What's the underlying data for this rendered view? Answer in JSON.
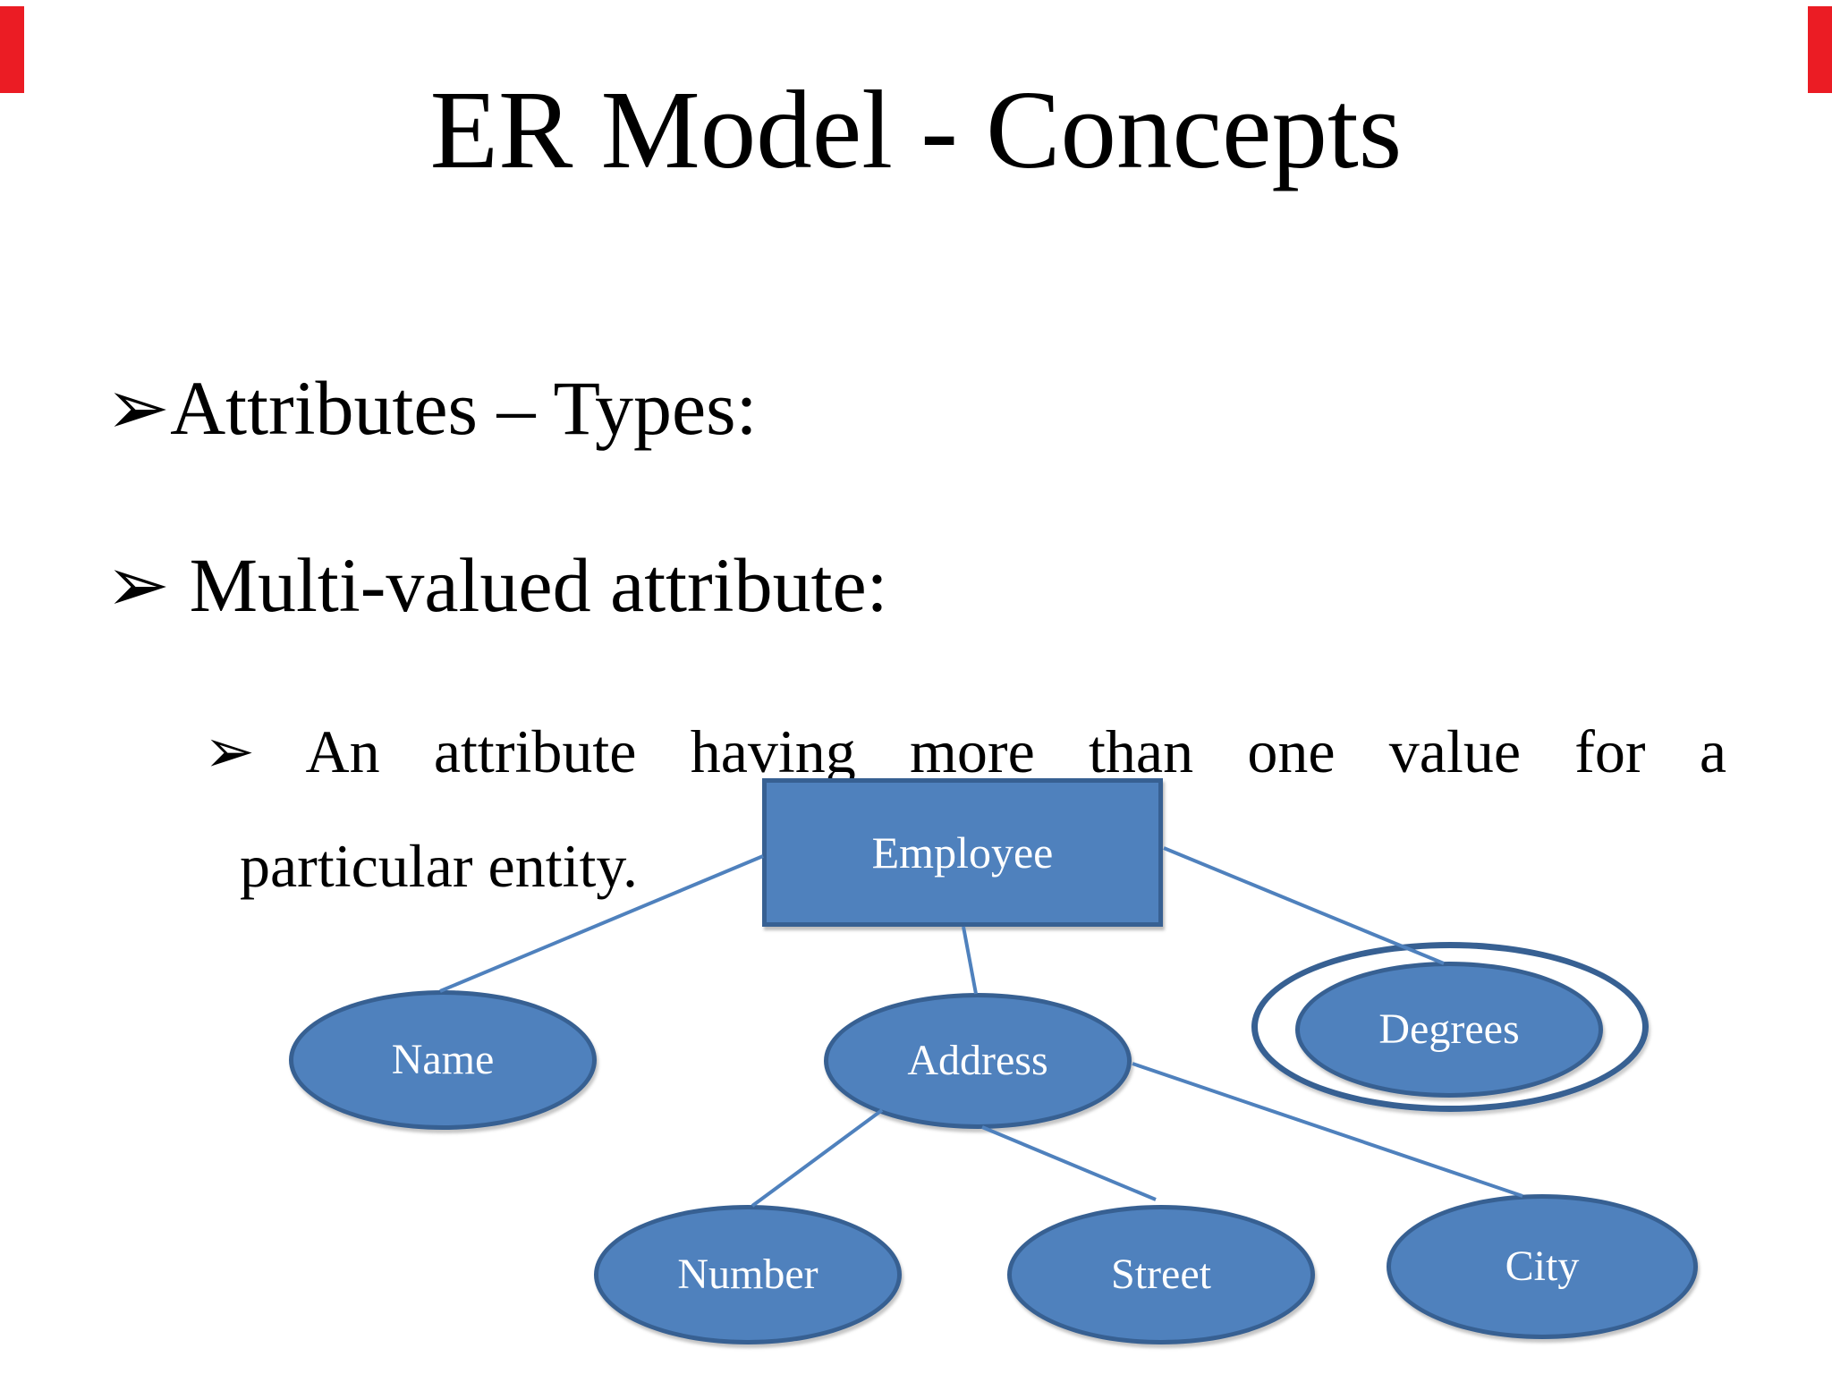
{
  "slide": {
    "title": "ER Model - Concepts",
    "bullets": [
      {
        "marker": "➢",
        "text": "Attributes – Types:"
      },
      {
        "marker": "➢",
        "text": "Multi-valued attribute:"
      },
      {
        "marker": "➢",
        "line1": "An attribute having more than one value for a",
        "line2": "particular entity."
      }
    ]
  },
  "diagram": {
    "nodes": {
      "employee": "Employee",
      "name": "Name",
      "address": "Address",
      "degrees": "Degrees",
      "number": "Number",
      "street": "Street",
      "city": "City"
    },
    "node_types": {
      "employee": "entity",
      "name": "attribute",
      "address": "composite-attribute",
      "degrees": "multi-valued-attribute",
      "number": "attribute",
      "street": "attribute",
      "city": "attribute"
    },
    "edges": [
      {
        "from": "Employee",
        "to": "Name"
      },
      {
        "from": "Employee",
        "to": "Address"
      },
      {
        "from": "Employee",
        "to": "Degrees"
      },
      {
        "from": "Address",
        "to": "Number"
      },
      {
        "from": "Address",
        "to": "Street"
      },
      {
        "from": "Address",
        "to": "City"
      }
    ],
    "colors": {
      "shape_fill": "#4F81BD",
      "shape_border": "#376092",
      "connector": "#4F81BD",
      "label_text": "#FFFFFF"
    }
  },
  "decorations": {
    "corner_marker_color": "#EB1C24"
  }
}
